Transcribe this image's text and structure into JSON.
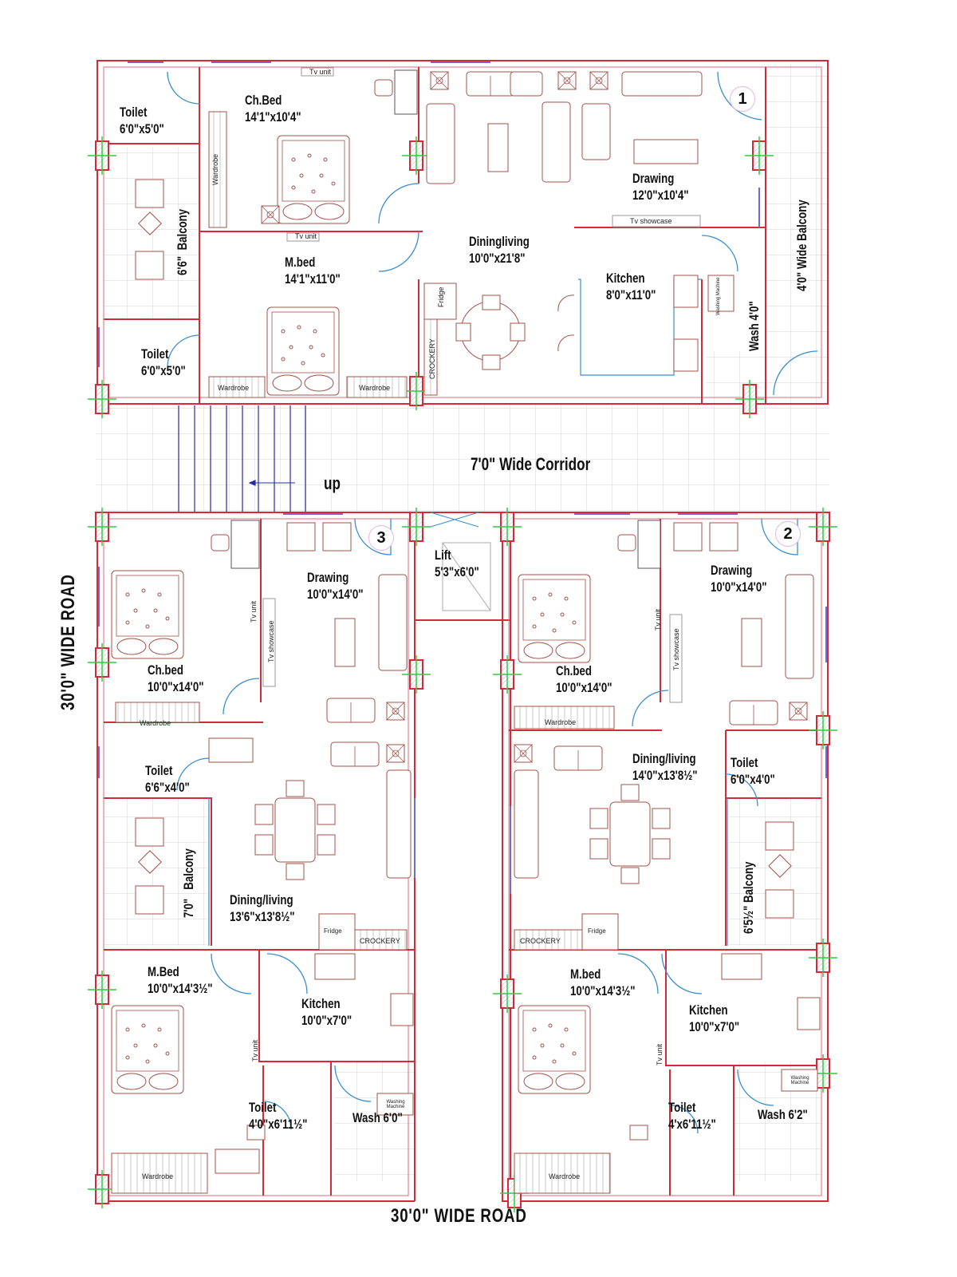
{
  "plan": {
    "colors": {
      "wall": "#d42a3a",
      "wall_inner": "#e06b78",
      "door": "#3a8ed0",
      "window": "#6b6bd6",
      "furniture": "#a0524a",
      "tile_grid": "#d8d8d8",
      "stair": "#2a2aa8",
      "column_marker": "#2ecc40"
    },
    "roads": {
      "left": "30'0\"  WIDE ROAD",
      "bottom": "30'0\"  WIDE ROAD"
    },
    "corridor": {
      "label": "7'0\"  Wide Corridor",
      "stair_label": "up"
    },
    "lift": {
      "name": "Lift",
      "dim": "5'3\"x6'0\""
    },
    "unit1": {
      "number": "1",
      "toilet_top": {
        "name": "Toilet",
        "dim": "6'0\"x5'0\""
      },
      "ch_bed": {
        "name": "Ch.Bed",
        "dim": "14'1\"x10'4\""
      },
      "balcony": {
        "name": "Balcony",
        "dim": "6'6\""
      },
      "m_bed": {
        "name": "M.bed",
        "dim": "14'1\"x11'0\""
      },
      "toilet_bottom": {
        "name": "Toilet",
        "dim": "6'0\"x5'0\""
      },
      "drawing": {
        "name": "Drawing",
        "dim": "12'0\"x10'4\""
      },
      "dining": {
        "name": "Diningliving",
        "dim": "10'0\"x21'8\""
      },
      "kitchen": {
        "name": "Kitchen",
        "dim": "8'0\"x11'0\""
      },
      "wash": {
        "label": "Wash 4'0\""
      },
      "wide_balcony": {
        "label": "4'0\"  Wide  Balcony"
      },
      "items": {
        "tv_unit": "Tv unit",
        "tv_showcase": "Tv  showcase",
        "wardrobe": "Wardrobe",
        "fridge": "Fridge",
        "crockery": "CROCKERY",
        "washing_machine": "Washing Machine"
      }
    },
    "unit3": {
      "number": "3",
      "ch_bed": {
        "name": "Ch.bed",
        "dim": "10'0\"x14'0\""
      },
      "drawing": {
        "name": "Drawing",
        "dim": "10'0\"x14'0\""
      },
      "toilet_top": {
        "name": "Toilet",
        "dim": "6'6\"x4'0\""
      },
      "balcony": {
        "name": "Balcony",
        "dim": "7'0\""
      },
      "dining": {
        "name": "Dining/living",
        "dim": "13'6\"x13'8½\""
      },
      "m_bed": {
        "name": "M.Bed",
        "dim": "10'0\"x14'3½\""
      },
      "kitchen": {
        "name": "Kitchen",
        "dim": "10'0\"x7'0\""
      },
      "toilet_bottom": {
        "name": "Toilet",
        "dim": "4'0\"x6'11½\""
      },
      "wash": {
        "label": "Wash 6'0\""
      },
      "items": {
        "tv_unit": "Tv unit",
        "tv_showcase": "Tv showcase",
        "wardrobe": "Wardrobe",
        "fridge": "Fridge",
        "crockery": "CROCKERY",
        "washing_machine": "Washing Machine"
      }
    },
    "unit2": {
      "number": "2",
      "ch_bed": {
        "name": "Ch.bed",
        "dim": "10'0\"x14'0\""
      },
      "drawing": {
        "name": "Drawing",
        "dim": "10'0\"x14'0\""
      },
      "dining": {
        "name": "Dining/living",
        "dim": "14'0\"x13'8½\""
      },
      "toilet_top": {
        "name": "Toilet",
        "dim": "6'0\"x4'0\""
      },
      "balcony": {
        "name": "Balcony",
        "dim": "6'5½\""
      },
      "m_bed": {
        "name": "M.bed",
        "dim": "10'0\"x14'3½\""
      },
      "kitchen": {
        "name": "Kitchen",
        "dim": "10'0\"x7'0\""
      },
      "toilet_bottom": {
        "name": "Toilet",
        "dim": "4'x6'11½\""
      },
      "wash": {
        "label": "Wash  6'2\""
      },
      "items": {
        "tv_unit": "Tv unit",
        "tv_showcase": "Tv showcase",
        "wardrobe": "Wardrobe",
        "fridge": "Fridge",
        "crockery": "CROCKERY",
        "washing_machine": "Washing Machine"
      }
    }
  }
}
